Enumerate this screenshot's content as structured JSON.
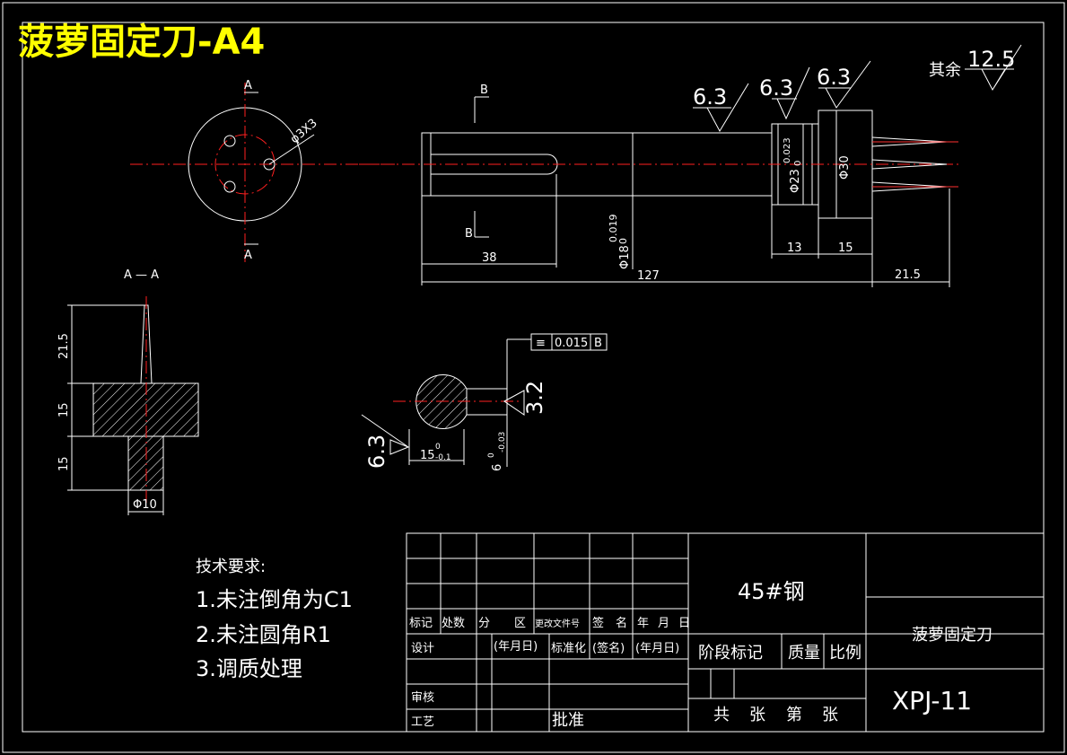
{
  "title": "菠萝固定刀-A4",
  "roughness_other": {
    "label": "其余",
    "value": "12.5"
  },
  "roughness_marks": [
    "6.3",
    "6.3",
    "6.3",
    "6.3",
    "3.2"
  ],
  "section_marks": {
    "a_top": "A",
    "a_bottom": "A",
    "b_top": "B",
    "b_bottom": "B",
    "section_label": "A — A"
  },
  "dimensions": {
    "hole": "φ3X3",
    "length_38": "38",
    "length_127": "127",
    "length_13": "13",
    "length_15_top": "15",
    "length_21_5_top": "21.5",
    "dia_23": "Φ23",
    "dia_23_tol": "0.023",
    "dia_23_tol_low": "0",
    "dia_30": "Φ30",
    "dia_18": "Φ18",
    "dia_18_tol": "0.019",
    "dia_18_tol_low": "0",
    "side_21_5": "21.5",
    "side_15a": "15",
    "side_15b": "15",
    "dia_10": "Φ10",
    "key_15": "15",
    "key_15_tol": "0",
    "key_15_tol_low": "-0.1",
    "key_6": "6",
    "key_6_tol": "0",
    "key_6_tol_low": "-0.03",
    "tolerance_symmetry": "≡",
    "tolerance_value": "0.015",
    "tolerance_datum": "B"
  },
  "tech_requirements": {
    "heading": "技术要求:",
    "items": [
      "1.未注倒角为C1",
      "2.未注圆角R1",
      "3.调质处理"
    ]
  },
  "title_block": {
    "material": "45#钢",
    "part_name": "菠萝固定刀",
    "drawing_no": "XPJ-11",
    "row_headers": [
      "标记",
      "处数",
      "分",
      "区",
      "更改文件号",
      "签",
      "名",
      "年",
      "月",
      "日"
    ],
    "design_row": [
      "设计",
      "(年月日)",
      "标准化",
      "(签名)",
      "(年月日)"
    ],
    "stage_labels": [
      "阶段标记",
      "质量",
      "比例"
    ],
    "review": "审核",
    "process": "工艺",
    "approve": "批准",
    "sheets": [
      "共",
      "张",
      "第",
      "张"
    ]
  }
}
